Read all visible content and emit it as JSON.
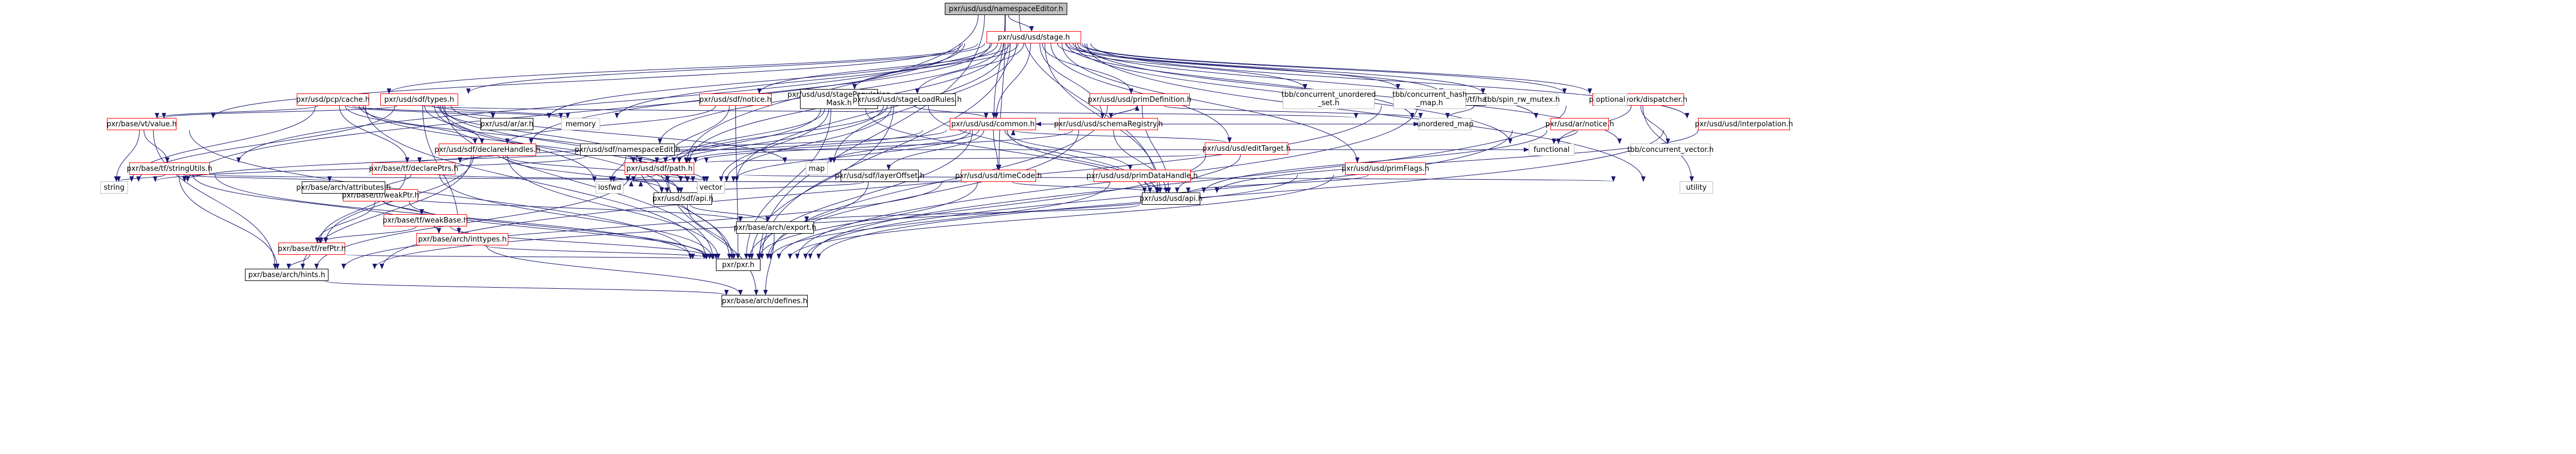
{
  "graph": {
    "root": "pxr/usd/usd/namespaceEditor.h",
    "nodes": [
      {
        "id": "ne",
        "label": [
          "pxr/usd/usd/namespaceEditor.h"
        ],
        "style": "root"
      },
      {
        "id": "stage",
        "label": [
          "pxr/usd/usd/stage.h"
        ],
        "style": "red"
      },
      {
        "id": "common",
        "label": [
          "pxr/usd/usd/common.h"
        ],
        "style": "red"
      },
      {
        "id": "api",
        "label": [
          "pxr/usd/usd/api.h"
        ],
        "style": "plain"
      },
      {
        "id": "pxr",
        "label": [
          "pxr/pxr.h"
        ],
        "style": "plain"
      },
      {
        "id": "hints",
        "label": [
          "pxr/base/arch/hints.h"
        ],
        "style": "plain"
      },
      {
        "id": "defines",
        "label": [
          "pxr/base/arch/defines.h"
        ],
        "style": "plain"
      },
      {
        "id": "export",
        "label": [
          "pxr/base/arch/export.h"
        ],
        "style": "plain"
      },
      {
        "id": "refPtr",
        "label": [
          "pxr/base/tf/refPtr.h"
        ],
        "style": "red"
      },
      {
        "id": "weakBase",
        "label": [
          "pxr/base/tf/weakBase.h"
        ],
        "style": "red"
      },
      {
        "id": "weakPtr",
        "label": [
          "pxr/base/tf/weakPtr.h"
        ],
        "style": "red"
      },
      {
        "id": "declarePtrs",
        "label": [
          "pxr/base/tf/declarePtrs.h"
        ],
        "style": "red"
      },
      {
        "id": "inttypes",
        "label": [
          "pxr/base/arch/inttypes.h"
        ],
        "style": "red"
      },
      {
        "id": "attributes",
        "label": [
          "pxr/base/arch/attributes.h"
        ],
        "style": "plain"
      },
      {
        "id": "stringUtils",
        "label": [
          "pxr/base/tf/stringUtils.h"
        ],
        "style": "red"
      },
      {
        "id": "sdfApi",
        "label": [
          "pxr/usd/sdf/api.h"
        ],
        "style": "plain"
      },
      {
        "id": "sdfPath",
        "label": [
          "pxr/usd/sdf/path.h"
        ],
        "style": "red"
      },
      {
        "id": "declareHandles",
        "label": [
          "pxr/usd/sdf/declareHandles.h"
        ],
        "style": "red"
      },
      {
        "id": "layerOffset",
        "label": [
          "pxr/usd/sdf/layerOffset.h"
        ],
        "style": "plain"
      },
      {
        "id": "timeCode",
        "label": [
          "pxr/usd/usd/timeCode.h"
        ],
        "style": "red"
      },
      {
        "id": "primDataHandle",
        "label": [
          "pxr/usd/usd/primDataHandle.h"
        ],
        "style": "red"
      },
      {
        "id": "sdfTypes",
        "label": [
          "pxr/usd/sdf/types.h"
        ],
        "style": "red"
      },
      {
        "id": "sdfNotice",
        "label": [
          "pxr/usd/sdf/notice.h"
        ],
        "style": "red"
      },
      {
        "id": "namespaceEdit",
        "label": [
          "pxr/usd/sdf/namespaceEdit.h"
        ],
        "style": "plain"
      },
      {
        "id": "stagePopMask",
        "label": [
          "pxr/usd/usd/stagePopulation",
          "Mask.h"
        ],
        "style": "plain"
      },
      {
        "id": "stageLoadRules",
        "label": [
          "pxr/usd/usd/stageLoadRules.h"
        ],
        "style": "plain"
      },
      {
        "id": "schemaRegistry",
        "label": [
          "pxr/usd/usd/schemaRegistry.h"
        ],
        "style": "red"
      },
      {
        "id": "primDefinition",
        "label": [
          "pxr/usd/usd/primDefinition.h"
        ],
        "style": "red"
      },
      {
        "id": "editTarget",
        "label": [
          "pxr/usd/usd/editTarget.h"
        ],
        "style": "red"
      },
      {
        "id": "primFlags",
        "label": [
          "pxr/usd/usd/primFlags.h"
        ],
        "style": "red"
      },
      {
        "id": "pcpCache",
        "label": [
          "pxr/usd/pcp/cache.h"
        ],
        "style": "red"
      },
      {
        "id": "arAr",
        "label": [
          "pxr/usd/ar/ar.h"
        ],
        "style": "plain"
      },
      {
        "id": "arNotice",
        "label": [
          "pxr/usd/ar/notice.h"
        ],
        "style": "red"
      },
      {
        "id": "hashmap",
        "label": [
          "pxr/base/tf/hashmap.h"
        ],
        "style": "plain"
      },
      {
        "id": "dispatcher",
        "label": [
          "pxr/base/work/dispatcher.h"
        ],
        "style": "red"
      },
      {
        "id": "interpolation",
        "label": [
          "pxr/usd/usd/interpolation.h"
        ],
        "style": "red"
      },
      {
        "id": "vtValue",
        "label": [
          "pxr/base/vt/value.h"
        ],
        "style": "red"
      },
      {
        "id": "tbbSet",
        "label": [
          "tbb/concurrent_unordered",
          "_set.h"
        ],
        "style": "grey"
      },
      {
        "id": "tbbHash",
        "label": [
          "tbb/concurrent_hash",
          "_map.h"
        ],
        "style": "grey"
      },
      {
        "id": "tbbMutex",
        "label": [
          "tbb/spin_rw_mutex.h"
        ],
        "style": "grey"
      },
      {
        "id": "tbbVector",
        "label": [
          "tbb/concurrent_vector.h"
        ],
        "style": "grey"
      },
      {
        "id": "optional",
        "label": [
          "optional"
        ],
        "style": "grey"
      },
      {
        "id": "memory",
        "label": [
          "memory"
        ],
        "style": "grey"
      },
      {
        "id": "string",
        "label": [
          "string"
        ],
        "style": "grey"
      },
      {
        "id": "vector",
        "label": [
          "vector"
        ],
        "style": "grey"
      },
      {
        "id": "iosfwd",
        "label": [
          "iosfwd"
        ],
        "style": "grey"
      },
      {
        "id": "map",
        "label": [
          "map"
        ],
        "style": "grey"
      },
      {
        "id": "unordered_map",
        "label": [
          "unordered_map"
        ],
        "style": "grey"
      },
      {
        "id": "functional",
        "label": [
          "functional"
        ],
        "style": "grey"
      },
      {
        "id": "utility",
        "label": [
          "utility"
        ],
        "style": "grey"
      }
    ],
    "edges": [
      [
        "ne",
        "stage"
      ],
      [
        "ne",
        "common"
      ],
      [
        "ne",
        "api"
      ],
      [
        "ne",
        "pxr"
      ],
      [
        "ne",
        "sdfPath"
      ],
      [
        "ne",
        "timeCode"
      ],
      [
        "stage",
        "common"
      ],
      [
        "stage",
        "api"
      ],
      [
        "stage",
        "pxr"
      ],
      [
        "stage",
        "sdfTypes"
      ],
      [
        "stage",
        "sdfNotice"
      ],
      [
        "stage",
        "namespaceEdit"
      ],
      [
        "stage",
        "stagePopMask"
      ],
      [
        "stage",
        "stageLoadRules"
      ],
      [
        "stage",
        "schemaRegistry"
      ],
      [
        "stage",
        "primDefinition"
      ],
      [
        "stage",
        "editTarget"
      ],
      [
        "stage",
        "primFlags"
      ],
      [
        "stage",
        "pcpCache"
      ],
      [
        "stage",
        "arAr"
      ],
      [
        "stage",
        "arNotice"
      ],
      [
        "stage",
        "hashmap"
      ],
      [
        "stage",
        "dispatcher"
      ],
      [
        "stage",
        "interpolation"
      ],
      [
        "stage",
        "vtValue"
      ],
      [
        "stage",
        "declareHandles"
      ],
      [
        "stage",
        "sdfPath"
      ],
      [
        "stage",
        "tbbSet"
      ],
      [
        "stage",
        "tbbHash"
      ],
      [
        "stage",
        "tbbMutex"
      ],
      [
        "stage",
        "tbbVector"
      ],
      [
        "stage",
        "optional"
      ],
      [
        "stage",
        "memory"
      ],
      [
        "stage",
        "string"
      ],
      [
        "stage",
        "vector"
      ],
      [
        "stage",
        "map"
      ],
      [
        "stage",
        "unordered_map"
      ],
      [
        "stage",
        "functional"
      ],
      [
        "stage",
        "utility"
      ],
      [
        "stage",
        "stringUtils"
      ],
      [
        "common",
        "api"
      ],
      [
        "common",
        "pxr"
      ],
      [
        "common",
        "declarePtrs"
      ],
      [
        "common",
        "sdfPath"
      ],
      [
        "common",
        "layerOffset"
      ],
      [
        "common",
        "timeCode"
      ],
      [
        "common",
        "primDataHandle"
      ],
      [
        "common",
        "string"
      ],
      [
        "common",
        "map"
      ],
      [
        "common",
        "vector"
      ],
      [
        "api",
        "export"
      ],
      [
        "export",
        "defines"
      ],
      [
        "hints",
        "defines"
      ],
      [
        "refPtr",
        "pxr"
      ],
      [
        "refPtr",
        "hints"
      ],
      [
        "weakBase",
        "refPtr"
      ],
      [
        "weakBase",
        "pxr"
      ],
      [
        "weakPtr",
        "weakBase"
      ],
      [
        "weakPtr",
        "refPtr"
      ],
      [
        "weakPtr",
        "pxr"
      ],
      [
        "declarePtrs",
        "weakPtr"
      ],
      [
        "declarePtrs",
        "refPtr"
      ],
      [
        "declarePtrs",
        "pxr"
      ],
      [
        "declarePtrs",
        "vector"
      ],
      [
        "inttypes",
        "pxr"
      ],
      [
        "inttypes",
        "defines"
      ],
      [
        "attributes",
        "export"
      ],
      [
        "attributes",
        "pxr"
      ],
      [
        "stringUtils",
        "pxr"
      ],
      [
        "stringUtils",
        "hints"
      ],
      [
        "stringUtils",
        "attributes"
      ],
      [
        "stringUtils",
        "inttypes"
      ],
      [
        "stringUtils",
        "string"
      ],
      [
        "stringUtils",
        "vector"
      ],
      [
        "sdfApi",
        "export"
      ],
      [
        "sdfApi",
        "pxr"
      ],
      [
        "sdfPath",
        "sdfApi"
      ],
      [
        "sdfPath",
        "pxr"
      ],
      [
        "sdfPath",
        "defines"
      ],
      [
        "sdfPath",
        "hints"
      ],
      [
        "sdfPath",
        "iosfwd"
      ],
      [
        "sdfPath",
        "vector"
      ],
      [
        "sdfPath",
        "utility"
      ],
      [
        "declareHandles",
        "declarePtrs"
      ],
      [
        "declareHandles",
        "sdfApi"
      ],
      [
        "declareHandles",
        "pxr"
      ],
      [
        "declareHandles",
        "hints"
      ],
      [
        "declareHandles",
        "refPtr"
      ],
      [
        "declareHandles",
        "vector"
      ],
      [
        "layerOffset",
        "sdfApi"
      ],
      [
        "layerOffset",
        "pxr"
      ],
      [
        "layerOffset",
        "iosfwd"
      ],
      [
        "timeCode",
        "api"
      ],
      [
        "timeCode",
        "pxr"
      ],
      [
        "timeCode",
        "iosfwd"
      ],
      [
        "timeCode",
        "hints"
      ],
      [
        "primDataHandle",
        "api"
      ],
      [
        "primDataHandle",
        "pxr"
      ],
      [
        "sdfTypes",
        "sdfApi"
      ],
      [
        "sdfTypes",
        "declareHandles"
      ],
      [
        "sdfTypes",
        "sdfPath"
      ],
      [
        "sdfTypes",
        "pxr"
      ],
      [
        "sdfTypes",
        "inttypes"
      ],
      [
        "sdfTypes",
        "vtValue"
      ],
      [
        "sdfTypes",
        "memory"
      ],
      [
        "sdfTypes",
        "iosfwd"
      ],
      [
        "sdfTypes",
        "map"
      ],
      [
        "sdfTypes",
        "string"
      ],
      [
        "sdfTypes",
        "vector"
      ],
      [
        "sdfNotice",
        "declareHandles"
      ],
      [
        "sdfNotice",
        "sdfPath"
      ],
      [
        "sdfNotice",
        "pxr"
      ],
      [
        "namespaceEdit",
        "sdfApi"
      ],
      [
        "namespaceEdit",
        "sdfPath"
      ],
      [
        "namespaceEdit",
        "pxr"
      ],
      [
        "namespaceEdit",
        "functional"
      ],
      [
        "namespaceEdit",
        "iosfwd"
      ],
      [
        "namespaceEdit",
        "string"
      ],
      [
        "namespaceEdit",
        "vector"
      ],
      [
        "stagePopMask",
        "api"
      ],
      [
        "stagePopMask",
        "sdfPath"
      ],
      [
        "stagePopMask",
        "pxr"
      ],
      [
        "stagePopMask",
        "iosfwd"
      ],
      [
        "stagePopMask",
        "vector"
      ],
      [
        "stageLoadRules",
        "api"
      ],
      [
        "stageLoadRules",
        "common"
      ],
      [
        "stageLoadRules",
        "sdfPath"
      ],
      [
        "stageLoadRules",
        "pxr"
      ],
      [
        "stageLoadRules",
        "iosfwd"
      ],
      [
        "stageLoadRules",
        "vector"
      ],
      [
        "schemaRegistry",
        "api"
      ],
      [
        "schemaRegistry",
        "common"
      ],
      [
        "schemaRegistry",
        "primDefinition"
      ],
      [
        "schemaRegistry",
        "pxr"
      ],
      [
        "schemaRegistry",
        "unordered_map"
      ],
      [
        "schemaRegistry",
        "sdfPath"
      ],
      [
        "primDefinition",
        "api"
      ],
      [
        "primDefinition",
        "schemaRegistry"
      ],
      [
        "primDefinition",
        "pxr"
      ],
      [
        "primDefinition",
        "unordered_map"
      ],
      [
        "editTarget",
        "api"
      ],
      [
        "editTarget",
        "common"
      ],
      [
        "editTarget",
        "sdfPath"
      ],
      [
        "editTarget",
        "pxr"
      ],
      [
        "primFlags",
        "api"
      ],
      [
        "primFlags",
        "pxr"
      ],
      [
        "primFlags",
        "hints"
      ],
      [
        "pcpCache",
        "declarePtrs"
      ],
      [
        "pcpCache",
        "declareHandles"
      ],
      [
        "pcpCache",
        "sdfPath"
      ],
      [
        "pcpCache",
        "arAr"
      ],
      [
        "pcpCache",
        "pxr"
      ],
      [
        "pcpCache",
        "memory"
      ],
      [
        "pcpCache",
        "string"
      ],
      [
        "pcpCache",
        "vector"
      ],
      [
        "pcpCache",
        "vtValue"
      ],
      [
        "pcpCache",
        "unordered_map"
      ],
      [
        "arNotice",
        "api"
      ],
      [
        "arNotice",
        "pxr"
      ],
      [
        "arNotice",
        "functional"
      ],
      [
        "hashmap",
        "pxr"
      ],
      [
        "hashmap",
        "hints"
      ],
      [
        "hashmap",
        "unordered_map"
      ],
      [
        "dispatcher",
        "pxr"
      ],
      [
        "dispatcher",
        "functional"
      ],
      [
        "dispatcher",
        "utility"
      ],
      [
        "dispatcher",
        "tbbVector"
      ],
      [
        "interpolation",
        "api"
      ],
      [
        "interpolation",
        "pxr"
      ],
      [
        "vtValue",
        "pxr"
      ],
      [
        "vtValue",
        "hints"
      ],
      [
        "vtValue",
        "stringUtils"
      ],
      [
        "vtValue",
        "string"
      ]
    ]
  }
}
